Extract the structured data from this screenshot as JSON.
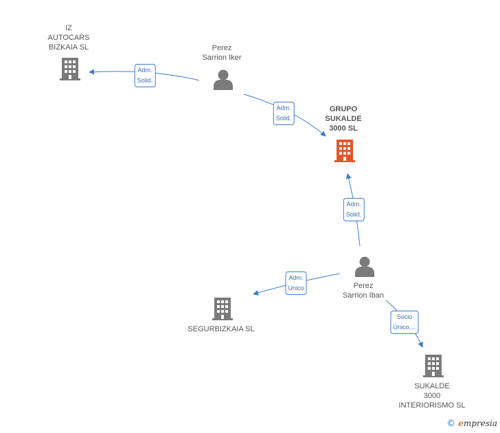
{
  "nodes": {
    "iz_autocars": {
      "lines": [
        "IZ",
        "AUTOCARS",
        "BIZKAIA  SL"
      ]
    },
    "perez_iker": {
      "lines": [
        "Perez",
        "Sarrion Iker"
      ]
    },
    "grupo_sukalde": {
      "lines": [
        "GRUPO",
        "SUKALDE",
        "3000 SL"
      ]
    },
    "perez_iban": {
      "lines": [
        "Perez",
        "Sarrion Iban"
      ]
    },
    "segurbizkaia": {
      "lines": [
        "SEGURBIZKAIA SL"
      ]
    },
    "sukalde_interiorismo": {
      "lines": [
        "SUKALDE",
        "3000",
        "INTERIORISMO SL"
      ]
    }
  },
  "edges": {
    "iker_to_iz": {
      "lines": [
        "Adm.",
        "Solid."
      ]
    },
    "iker_to_grupo": {
      "lines": [
        "Adm.",
        "Solid."
      ]
    },
    "iban_to_grupo": {
      "lines": [
        "Adm.",
        "Solid."
      ]
    },
    "iban_to_segur": {
      "lines": [
        "Adm.",
        "Unico"
      ]
    },
    "iban_to_sukalde": {
      "lines": [
        "Socio",
        "Único,..."
      ]
    }
  },
  "colors": {
    "edge": "#3a7bd5",
    "company": "#7b7b7b",
    "main_company": "#e8542a",
    "person": "#7b7b7b"
  },
  "footer": {
    "copyright": "©",
    "brand_first": "e",
    "brand_rest": "mpresia"
  }
}
